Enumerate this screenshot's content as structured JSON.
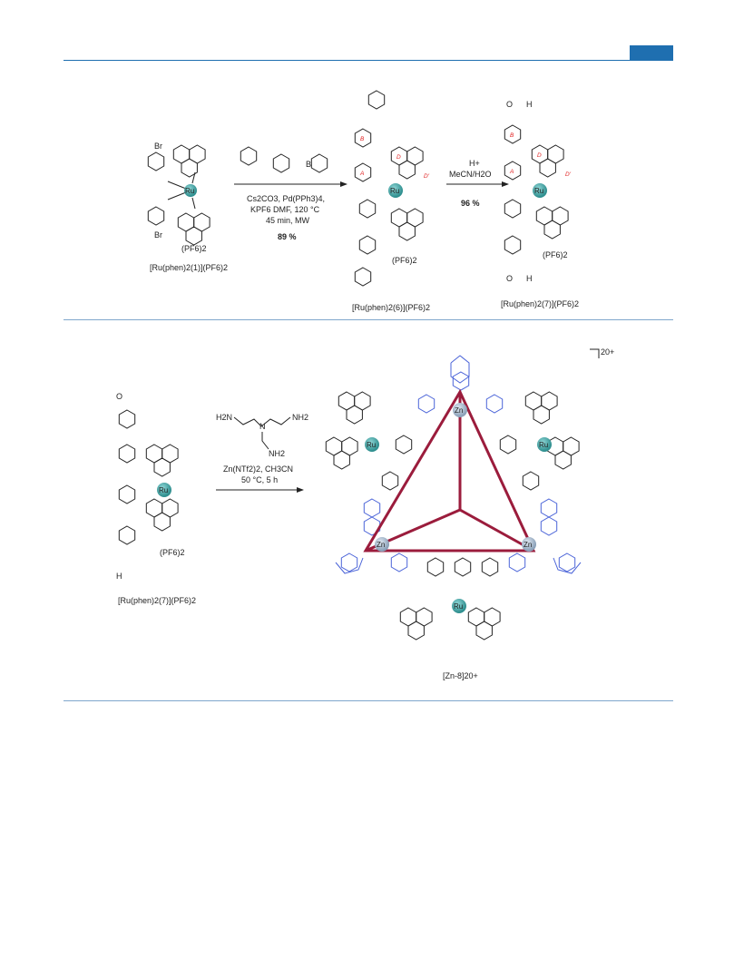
{
  "scheme1": {
    "left_compound": {
      "label": "[Ru(phen)2(1)](PF6)2",
      "counterion": "(PF6)2",
      "bromine_1": "Br",
      "bromine_2": "Br",
      "metal": "Ru"
    },
    "arrow1": {
      "conditions": [
        "Cs2CO3, Pd(PPh3)4,",
        "KPF6 DMF, 120 °C",
        "45 min, MW"
      ],
      "yield": "89 %",
      "boron": "B"
    },
    "middle_compound": {
      "label": "[Ru(phen)2(6)](PF6)2",
      "counterion": "(PF6)2",
      "metal": "Ru",
      "ring_labels": [
        "B",
        "A",
        "D",
        "D'"
      ]
    },
    "arrow2": {
      "conditions": [
        "H+",
        "MeCN/H2O"
      ],
      "yield": "96 %"
    },
    "right_compound": {
      "label": "[Ru(phen)2(7)](PF6)2",
      "counterion": "(PF6)2",
      "metal": "Ru",
      "aldehyde": "O",
      "aldehyde_h": "H",
      "ring_labels": [
        "B",
        "A",
        "D",
        "D'"
      ]
    }
  },
  "scheme2": {
    "reactant": {
      "label": "[Ru(phen)2(7)](PF6)2",
      "counterion": "(PF6)2",
      "metal": "Ru",
      "aldehyde_o": "O",
      "aldehyde_h": "H"
    },
    "reagent": {
      "amine_groups": [
        "H2N",
        "NH2",
        "NH2"
      ],
      "central_n": "N",
      "conditions": [
        "Zn(NTf2)2, CH3CN",
        "50 °C, 5 h"
      ]
    },
    "product": {
      "label": "[Zn-8]20+",
      "charge": "20+",
      "vertex_metal": "Zn",
      "complex_metal": "Ru",
      "colors": {
        "edges": "#9b1c3c",
        "ligand": "#4a63d8",
        "ru_sphere": "#2f9a9a",
        "zn_sphere": "#9fb3c8"
      }
    }
  }
}
